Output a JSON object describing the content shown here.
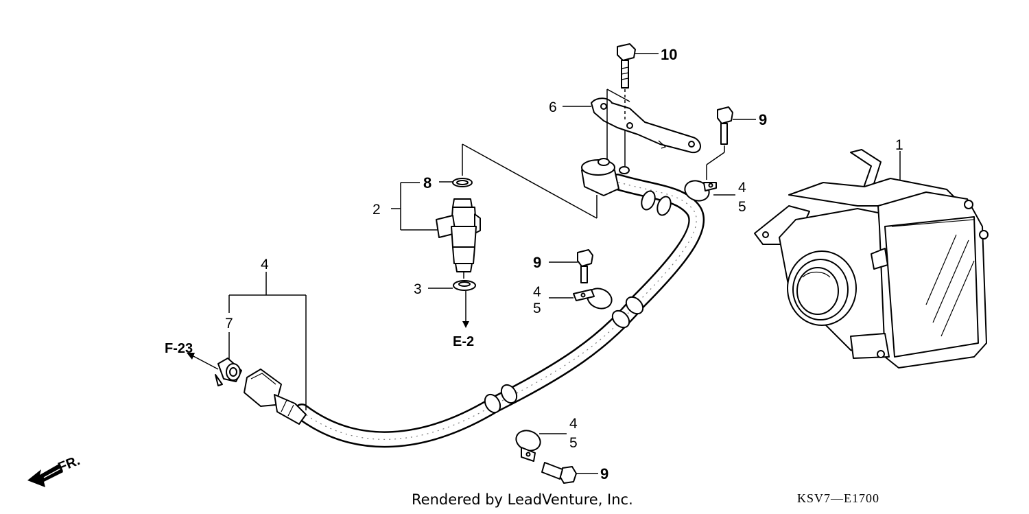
{
  "diagram": {
    "callouts": {
      "c1": "1",
      "c2": "2",
      "c3": "3",
      "c4_hose": "4",
      "c4_clamp_top": "4",
      "c4_clamp_mid": "4",
      "c4_clamp_bottom": "4",
      "c5_clamp_top": "5",
      "c5_clamp_mid": "5",
      "c5_clamp_bottom": "5",
      "c6": "6",
      "c7": "7",
      "c8": "8",
      "c9_top": "9",
      "c9_mid": "9",
      "c9_bottom": "9",
      "c10": "10"
    },
    "references": {
      "e2": "E-2",
      "f23": "F-23",
      "front": "FR."
    },
    "credit": "Rendered by LeadVenture, Inc.",
    "code": "KSV7—E1700"
  }
}
